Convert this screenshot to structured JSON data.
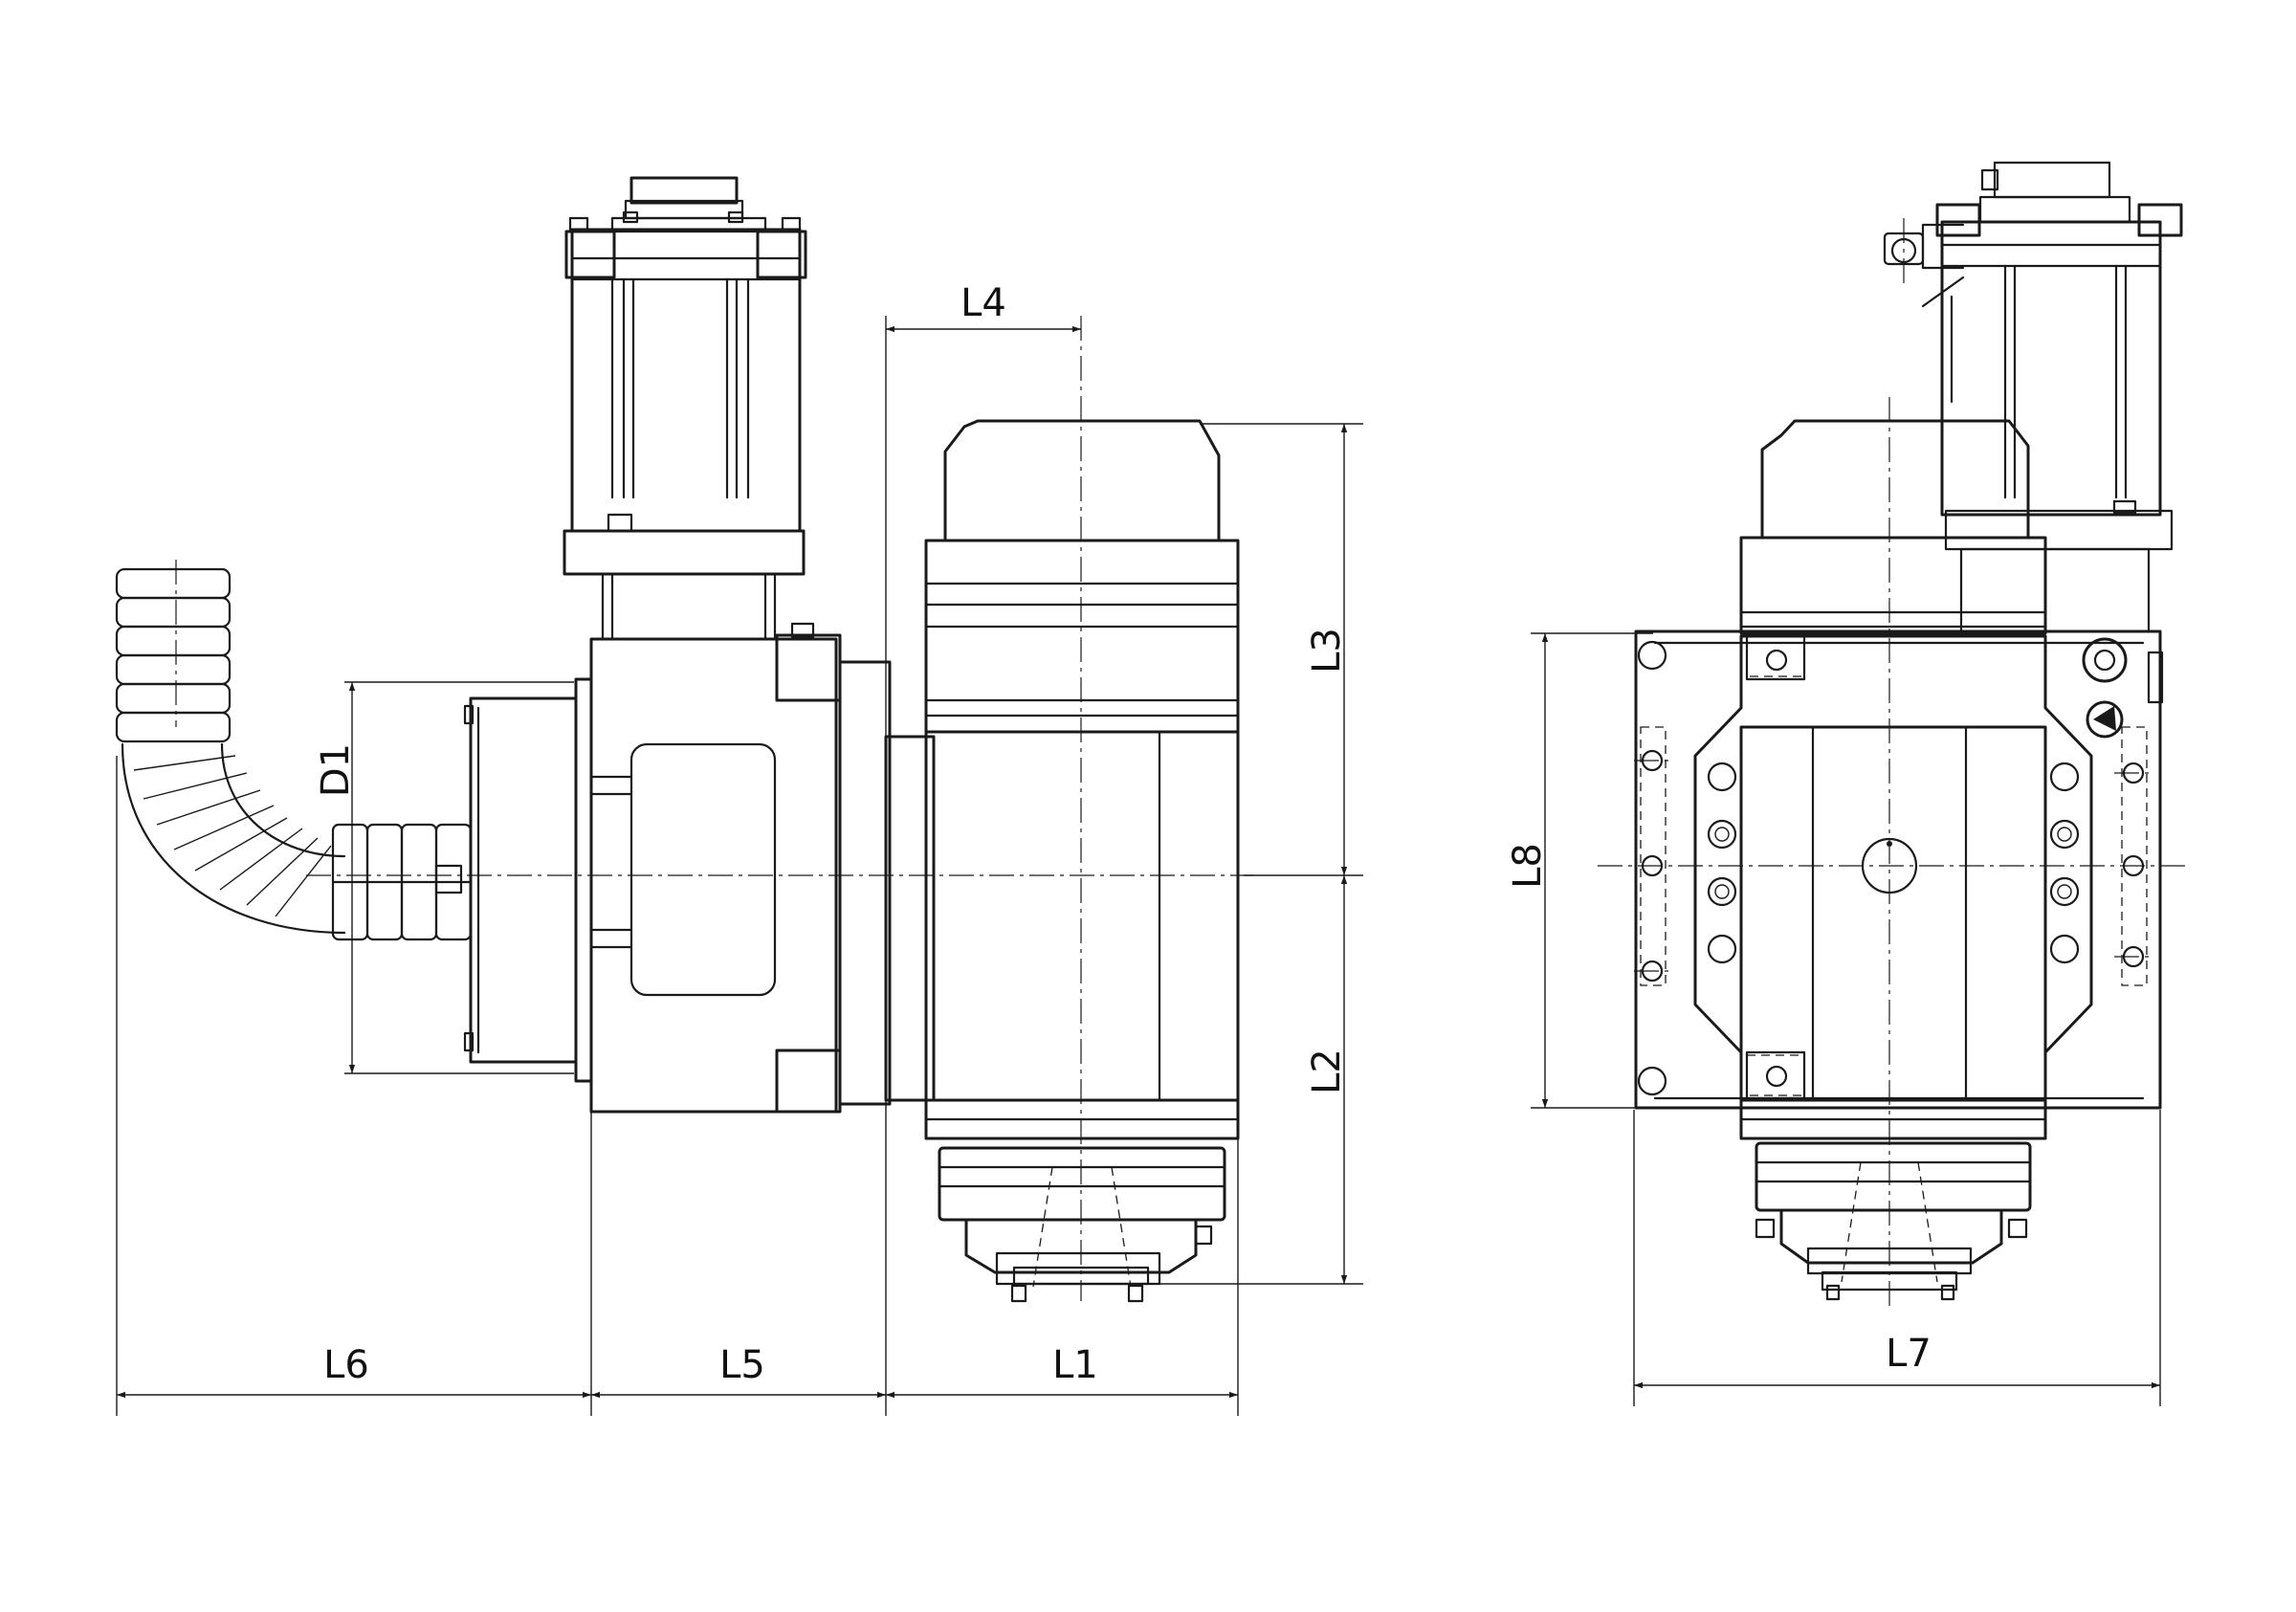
{
  "labels": {
    "L1": "L1",
    "L2": "L2",
    "L3": "L3",
    "L4": "L4",
    "L5": "L5",
    "L6": "L6",
    "L7": "L7",
    "L8": "L8",
    "D1": "D1"
  },
  "colors": {
    "ink": "#1a1a1a",
    "paper": "#ffffff"
  }
}
